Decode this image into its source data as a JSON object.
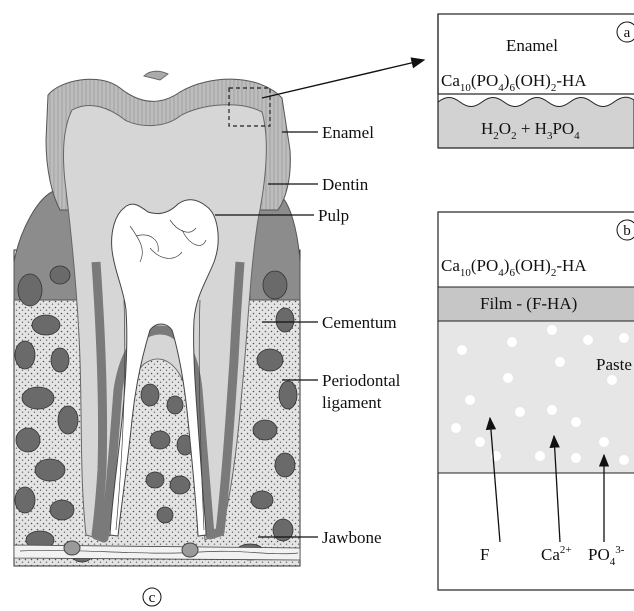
{
  "tooth_labels": {
    "enamel": "Enamel",
    "dentin": "Dentin",
    "pulp": "Pulp",
    "cementum": "Cementum",
    "periodontal_line1": "Periodontal",
    "periodontal_line2": "ligament",
    "jawbone": "Jawbone"
  },
  "panel_a": {
    "letter": "a",
    "top_label": "Enamel",
    "ha_parts": [
      "Ca",
      "10",
      "(PO",
      "4",
      ")",
      "6",
      "(OH)",
      "2",
      "-HA"
    ],
    "acid_parts": [
      "H",
      "2",
      "O",
      "2",
      " + H",
      "3",
      "PO",
      "4"
    ]
  },
  "panel_b": {
    "letter": "b",
    "ha_parts": [
      "Ca",
      "10",
      "(PO",
      "4",
      ")",
      "6",
      "(OH)",
      "2",
      "-HA"
    ],
    "film": "Film - (F-HA)",
    "paste": "Paste",
    "ions": {
      "f": "F",
      "ca": "Ca",
      "ca_charge": "2+",
      "po": "PO",
      "po_sub": "4",
      "po_charge": "3-"
    }
  },
  "panel_c": {
    "letter": "c"
  },
  "colors": {
    "enamel": "#b7b7b7",
    "dentin": "#d6d6d6",
    "root_band": "#8a8a8a",
    "gum": "#8c8c8c",
    "bone_stone": "#6a6a6a",
    "paste_bg": "#e6e6e6",
    "film_bg": "#c6c6c6",
    "acid_bg": "#d2d2d2"
  }
}
